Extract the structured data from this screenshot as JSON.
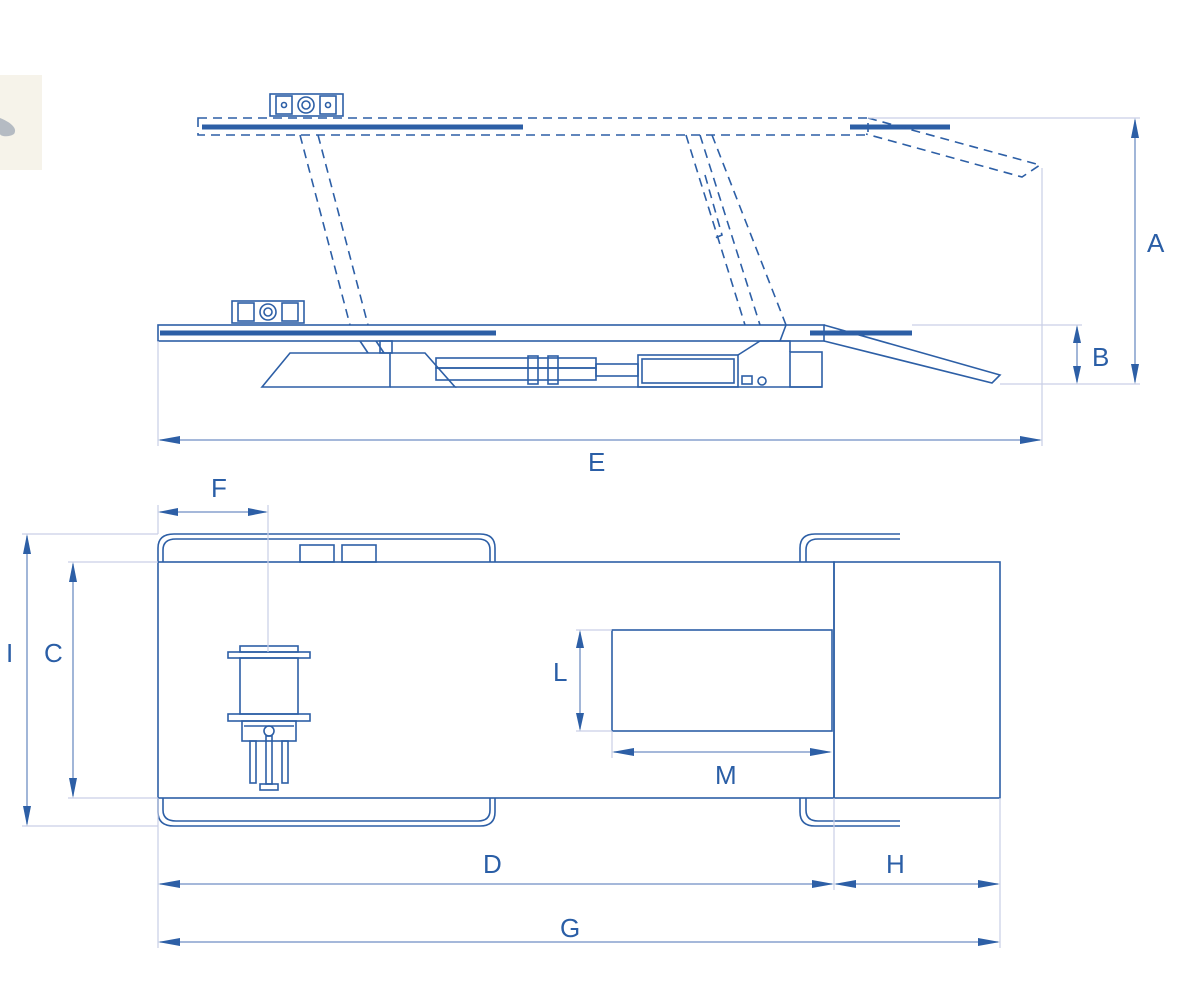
{
  "diagram": {
    "labels": {
      "A": "A",
      "B": "B",
      "C": "C",
      "D": "D",
      "E": "E",
      "F": "F",
      "G": "G",
      "H": "H",
      "I": "I",
      "L": "L",
      "M": "M"
    },
    "colors": {
      "line": "#2d5fa6",
      "dimension": "#6f8ec4",
      "extension": "#c9cfe6",
      "text": "#2a5ea6"
    }
  }
}
